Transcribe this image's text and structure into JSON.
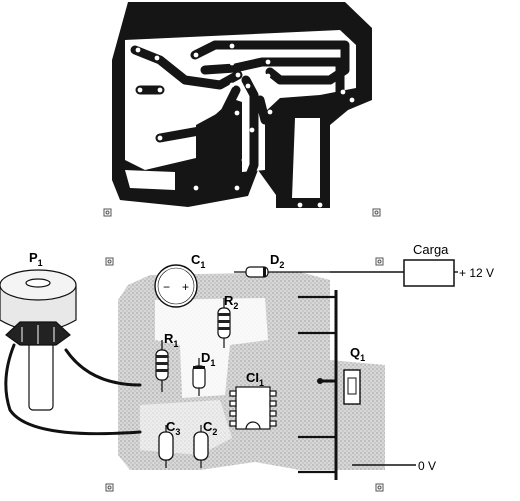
{
  "components": {
    "p1": {
      "name": "P",
      "sub": "1"
    },
    "c1": {
      "name": "C",
      "sub": "1"
    },
    "d2": {
      "name": "D",
      "sub": "2"
    },
    "r2": {
      "name": "R",
      "sub": "2"
    },
    "r1": {
      "name": "R",
      "sub": "1"
    },
    "d1": {
      "name": "D",
      "sub": "1"
    },
    "ci1": {
      "name": "CI",
      "sub": "1"
    },
    "q1": {
      "name": "Q",
      "sub": "1"
    },
    "c3": {
      "name": "C",
      "sub": "3"
    },
    "c2": {
      "name": "C",
      "sub": "2"
    }
  },
  "load": {
    "label": "Carga"
  },
  "rails": {
    "positive": "+ 12 V",
    "ground": "0 V"
  },
  "c1_polarity": {
    "minus": "−",
    "plus": "+"
  },
  "colors": {
    "ink": "#1a1a1a",
    "copper_shade": "#cfcfcf",
    "background": "#ffffff"
  }
}
